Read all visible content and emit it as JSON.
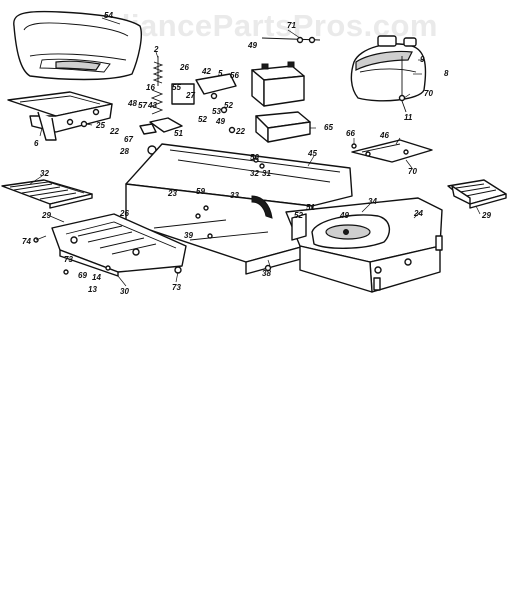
{
  "watermark": "AppliancePartsPros.com",
  "callouts": {
    "c54": "54",
    "c71": "71",
    "c2": "2",
    "c26": "26",
    "c42": "42",
    "c5": "5",
    "c56": "56",
    "c16": "16",
    "c55": "55",
    "c27": "27",
    "c52a": "52",
    "c53": "53",
    "c49a": "49",
    "c48": "48",
    "c57": "57",
    "c43": "43",
    "c52b": "52",
    "c8": "8",
    "c9": "9",
    "c70a": "70",
    "c11": "11",
    "c65": "65",
    "c66": "66",
    "c46": "46",
    "c70b": "70",
    "c6": "6",
    "c25": "25",
    "c22a": "22",
    "c67": "67",
    "c28": "28",
    "c51a": "51",
    "c22b": "22",
    "c49b": "49",
    "c45": "45",
    "c50": "50",
    "c31": "31",
    "c32a": "32",
    "c32b": "32",
    "c23": "23",
    "c33": "33",
    "c34": "34",
    "c24": "24",
    "c29a": "29",
    "c29b": "29",
    "c26b": "26",
    "c59": "59",
    "c39": "39",
    "c51b": "51",
    "c52c": "52",
    "c49c": "49",
    "c74": "74",
    "c73a": "73",
    "c69": "69",
    "c14": "14",
    "c13": "13",
    "c30": "30",
    "c73b": "73",
    "c38": "38"
  },
  "colors": {
    "ink": "#111111",
    "background": "#ffffff",
    "watermark": "#eaeaea"
  }
}
